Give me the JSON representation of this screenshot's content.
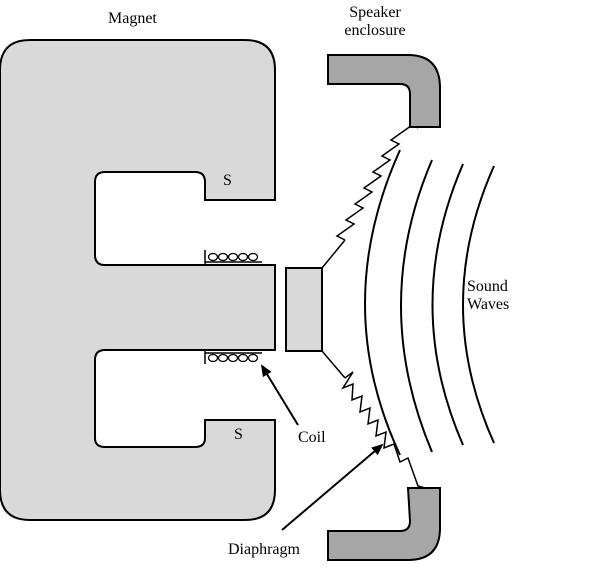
{
  "diagram": {
    "labels": {
      "magnet": "Magnet",
      "speaker_enclosure_line1": "Speaker",
      "speaker_enclosure_line2": "enclosure",
      "pole_top": "S",
      "pole_bottom": "S",
      "sound_waves_line1": "Sound",
      "sound_waves_line2": "Waves",
      "coil": "Coil",
      "diaphragm": "Diaphragm"
    },
    "colors": {
      "magnet_fill": "#d9d9d9",
      "enclosure_fill": "#a6a6a6",
      "cone_fill": "#d9d9d9",
      "stroke": "#000000",
      "background": "#ffffff"
    }
  }
}
